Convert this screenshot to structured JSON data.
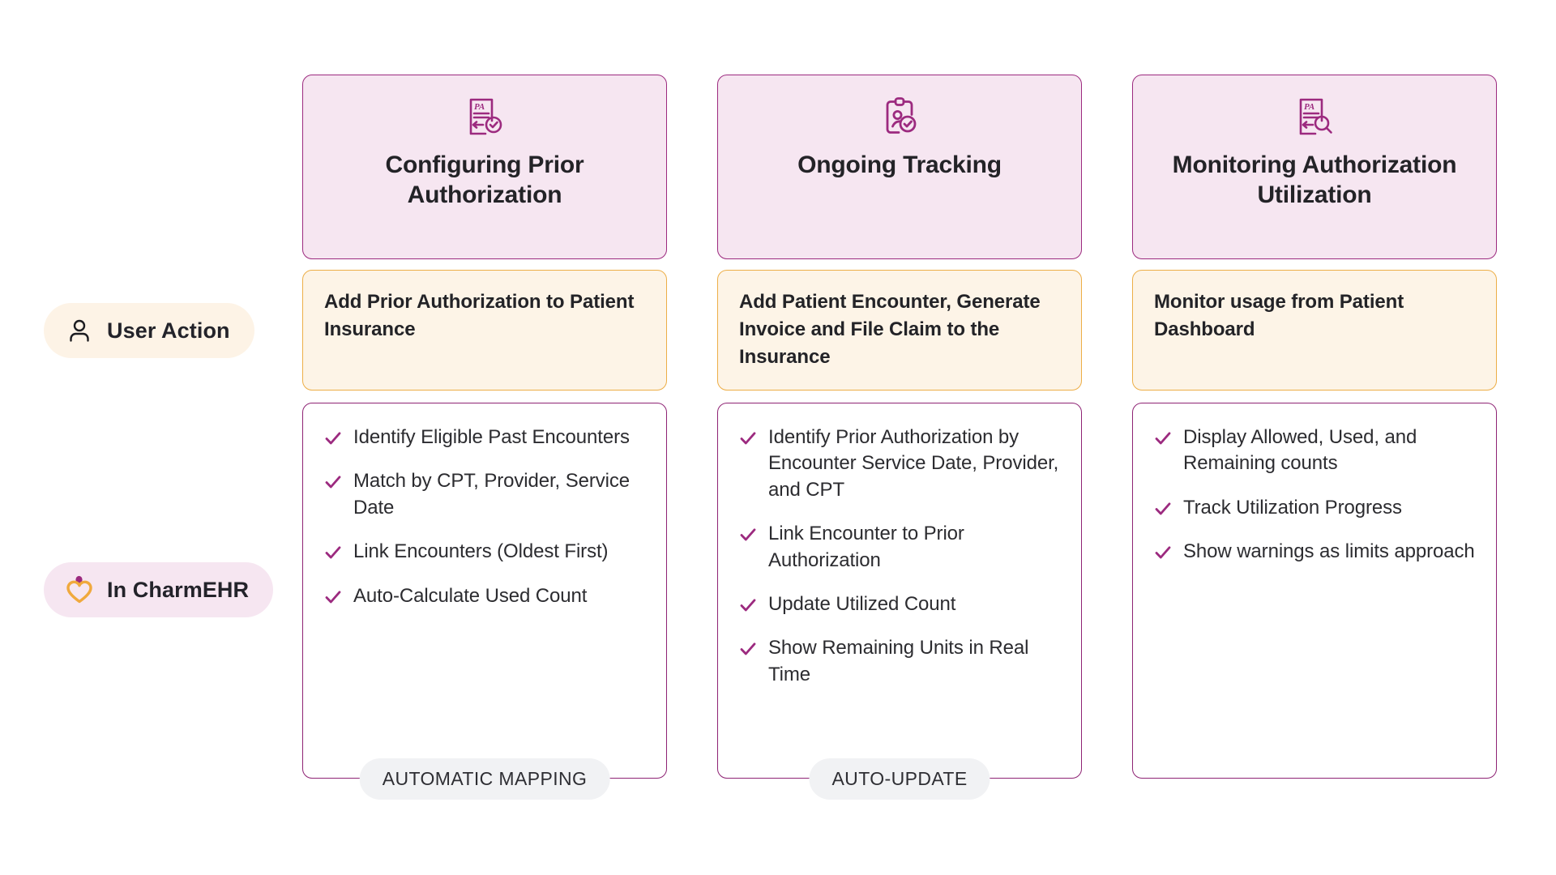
{
  "rail": {
    "items": [
      {
        "label": "User Action",
        "icon": "user-icon"
      },
      {
        "label": "In CharmEHR",
        "icon": "charm-heart-icon"
      }
    ]
  },
  "colors": {
    "accent_magenta": "#9c2a7f",
    "header_card_bg": "#f6e6f1",
    "action_card_bg": "#fdf4e7",
    "action_card_border": "#edae47",
    "badge_bg": "#f1f2f4",
    "heart_orange": "#f0a93d"
  },
  "columns": [
    {
      "icon": "pa-document-check-icon",
      "title": "Configuring Prior Authorization",
      "action": "Add Prior Authorization to Patient Insurance",
      "checks": [
        "Identify Eligible Past Encounters",
        "Match by CPT, Provider, Service Date",
        "Link Encounters (Oldest First)",
        "Auto-Calculate Used Count"
      ],
      "badge": "AUTOMATIC MAPPING"
    },
    {
      "icon": "clipboard-patient-check-icon",
      "title": "Ongoing Tracking",
      "action": "Add Patient Encounter, Generate Invoice and File Claim to the Insurance",
      "checks": [
        "Identify Prior Authorization by Encounter Service Date, Provider, and CPT",
        "Link Encounter to Prior Authorization",
        "Update Utilized Count",
        "Show Remaining Units in Real Time"
      ],
      "badge": "AUTO-UPDATE"
    },
    {
      "icon": "pa-document-search-icon",
      "title": "Monitoring Authorization Utilization",
      "action": "Monitor usage from Patient Dashboard",
      "checks": [
        "Display Allowed, Used, and Remaining counts",
        "Track Utilization Progress",
        "Show warnings as limits approach"
      ],
      "badge": ""
    }
  ]
}
